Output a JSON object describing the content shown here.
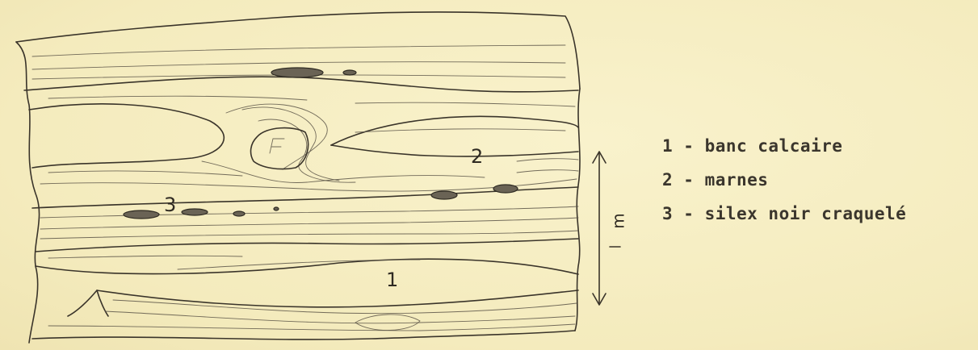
{
  "diagram": {
    "labels": {
      "one": "1",
      "two": "2",
      "three": "3"
    },
    "scale_label": "m",
    "legend": [
      {
        "text": "1 - banc calcaire"
      },
      {
        "text": "2 - marnes"
      },
      {
        "text": "3 - silex noir craquelé"
      }
    ]
  }
}
